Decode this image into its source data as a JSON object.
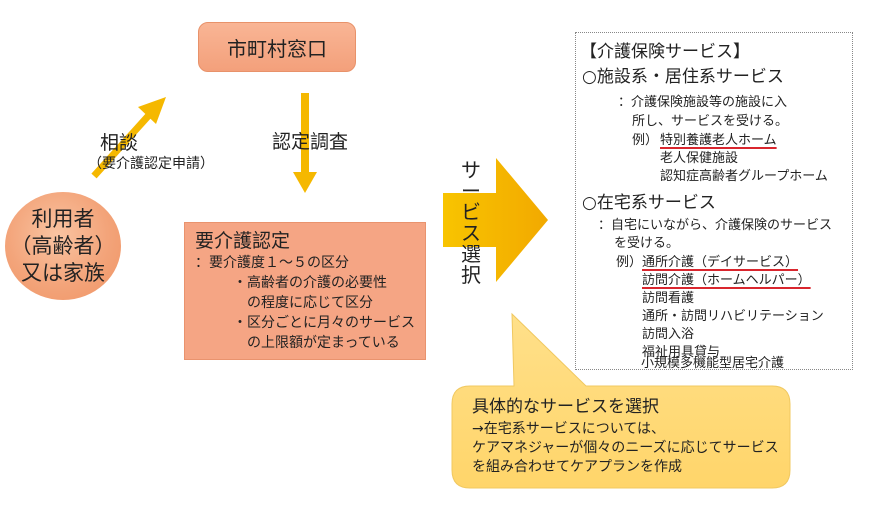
{
  "user": {
    "line1": "利用者",
    "line2": "（高齢者）",
    "line3": "又は家族"
  },
  "city": {
    "label": "市町村窓口"
  },
  "consult": {
    "label": "相談",
    "sub": "（要介護認定申請）"
  },
  "survey": {
    "label": "認定調査"
  },
  "cert": {
    "title": "要介護認定",
    "line1": "：要介護度１～５の区分",
    "sub1a": "・高齢者の介護の必要性",
    "sub1b": "の程度に応じて区分",
    "sub2a": "・区分ごとに月々のサービス",
    "sub2b": "の上限額が定まっている"
  },
  "select_arrow": {
    "chars": [
      "サ",
      "ー",
      "ビ",
      "ス",
      "選",
      "択"
    ]
  },
  "services": {
    "title": "【介護保険サービス】",
    "facility": {
      "heading": "○施設系・居住系サービス",
      "desc1": "：介護保険施設等の施設に入",
      "desc2": "所し、サービスを受ける。",
      "ex_prefix": "例）",
      "items": [
        "特別養護老人ホーム",
        "老人保健施設",
        "認知症高齢者グループホーム"
      ]
    },
    "home": {
      "heading": "○在宅系サービス",
      "desc1": "：自宅にいながら、介護保険のサービス",
      "desc2": "を受ける。",
      "ex_prefix": "例）",
      "items": [
        "通所介護（デイサービス）",
        "訪問介護（ホームヘルパー）",
        "訪問看護",
        "通所・訪問リハビリテーション",
        "訪問入浴",
        "福祉用具貸与",
        "小規模多機能型居宅介護"
      ]
    }
  },
  "callout": {
    "title": "具体的なサービスを選択",
    "line1": "→在宅系サービスについては、",
    "line2": "ケアマネジャーが個々のニーズに応じてサービス",
    "line3": "を組み合わせてケアプランを作成"
  },
  "colors": {
    "salmon": "#f5a584",
    "arrow_yellow": "#f5b800",
    "callout_fill": "#ffd777",
    "underline_red": "#d9262e"
  }
}
